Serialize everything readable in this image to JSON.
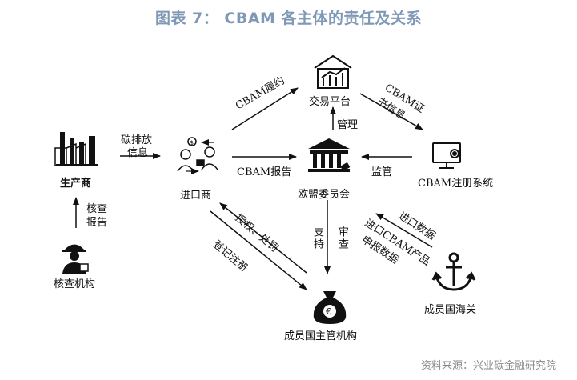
{
  "title": "图表 7： CBAM 各主体的责任及关系",
  "source": "资料来源：兴业碳金融研究院",
  "nodes": {
    "producer": "生产商",
    "importer": "进口商",
    "trading_platform": "交易平台",
    "eu_commission": "欧盟委员会",
    "registry": "CBAM注册系统",
    "verifier": "核查机构",
    "member_state_authority": "成员国主管机构",
    "customs": "成员国海关"
  },
  "edges": {
    "emission_info": [
      "碳排放",
      "信息"
    ],
    "cbam_compliance": "CBAM履约",
    "cbam_certificate_info": [
      "CBAM证",
      "书信息"
    ],
    "management": "管理",
    "cbam_report": "CBAM报告",
    "supervision": "监管",
    "verification_report": [
      "核查",
      "报告"
    ],
    "authorize_punish": "授权、处罚",
    "registration": "登记注册",
    "support": "支持",
    "review": "审查",
    "import_data": "进口数据",
    "import_cbam_products": "进口CBAM产品",
    "declaration_data": "申报数据"
  },
  "icons": [
    "factory-icon",
    "trading-chart-icon",
    "importer-people-icon",
    "government-building-icon",
    "registry-computer-icon",
    "inspector-worker-icon",
    "money-bag-icon",
    "anchor-icon"
  ]
}
